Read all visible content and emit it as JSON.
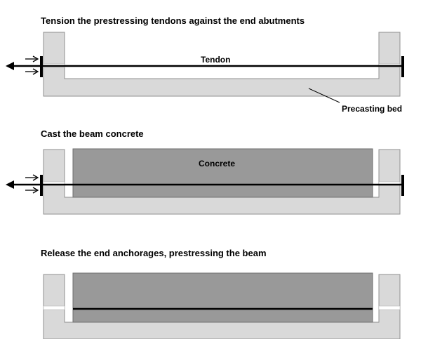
{
  "stages": [
    {
      "caption": "Tension the prestressing tendons against the end abutments",
      "labels": {
        "tendon": "Tendon",
        "bed": "Precasting bed"
      }
    },
    {
      "caption": "Cast the beam concrete",
      "labels": {
        "concrete": "Concrete"
      }
    },
    {
      "caption": "Release the end anchorages, prestressing the beam"
    }
  ],
  "colors": {
    "bed_fill": "#d9d9d9",
    "bed_stroke": "#909090",
    "concrete_fill": "#999999",
    "concrete_stroke": "#6e6e6e",
    "tendon": "#000000"
  }
}
